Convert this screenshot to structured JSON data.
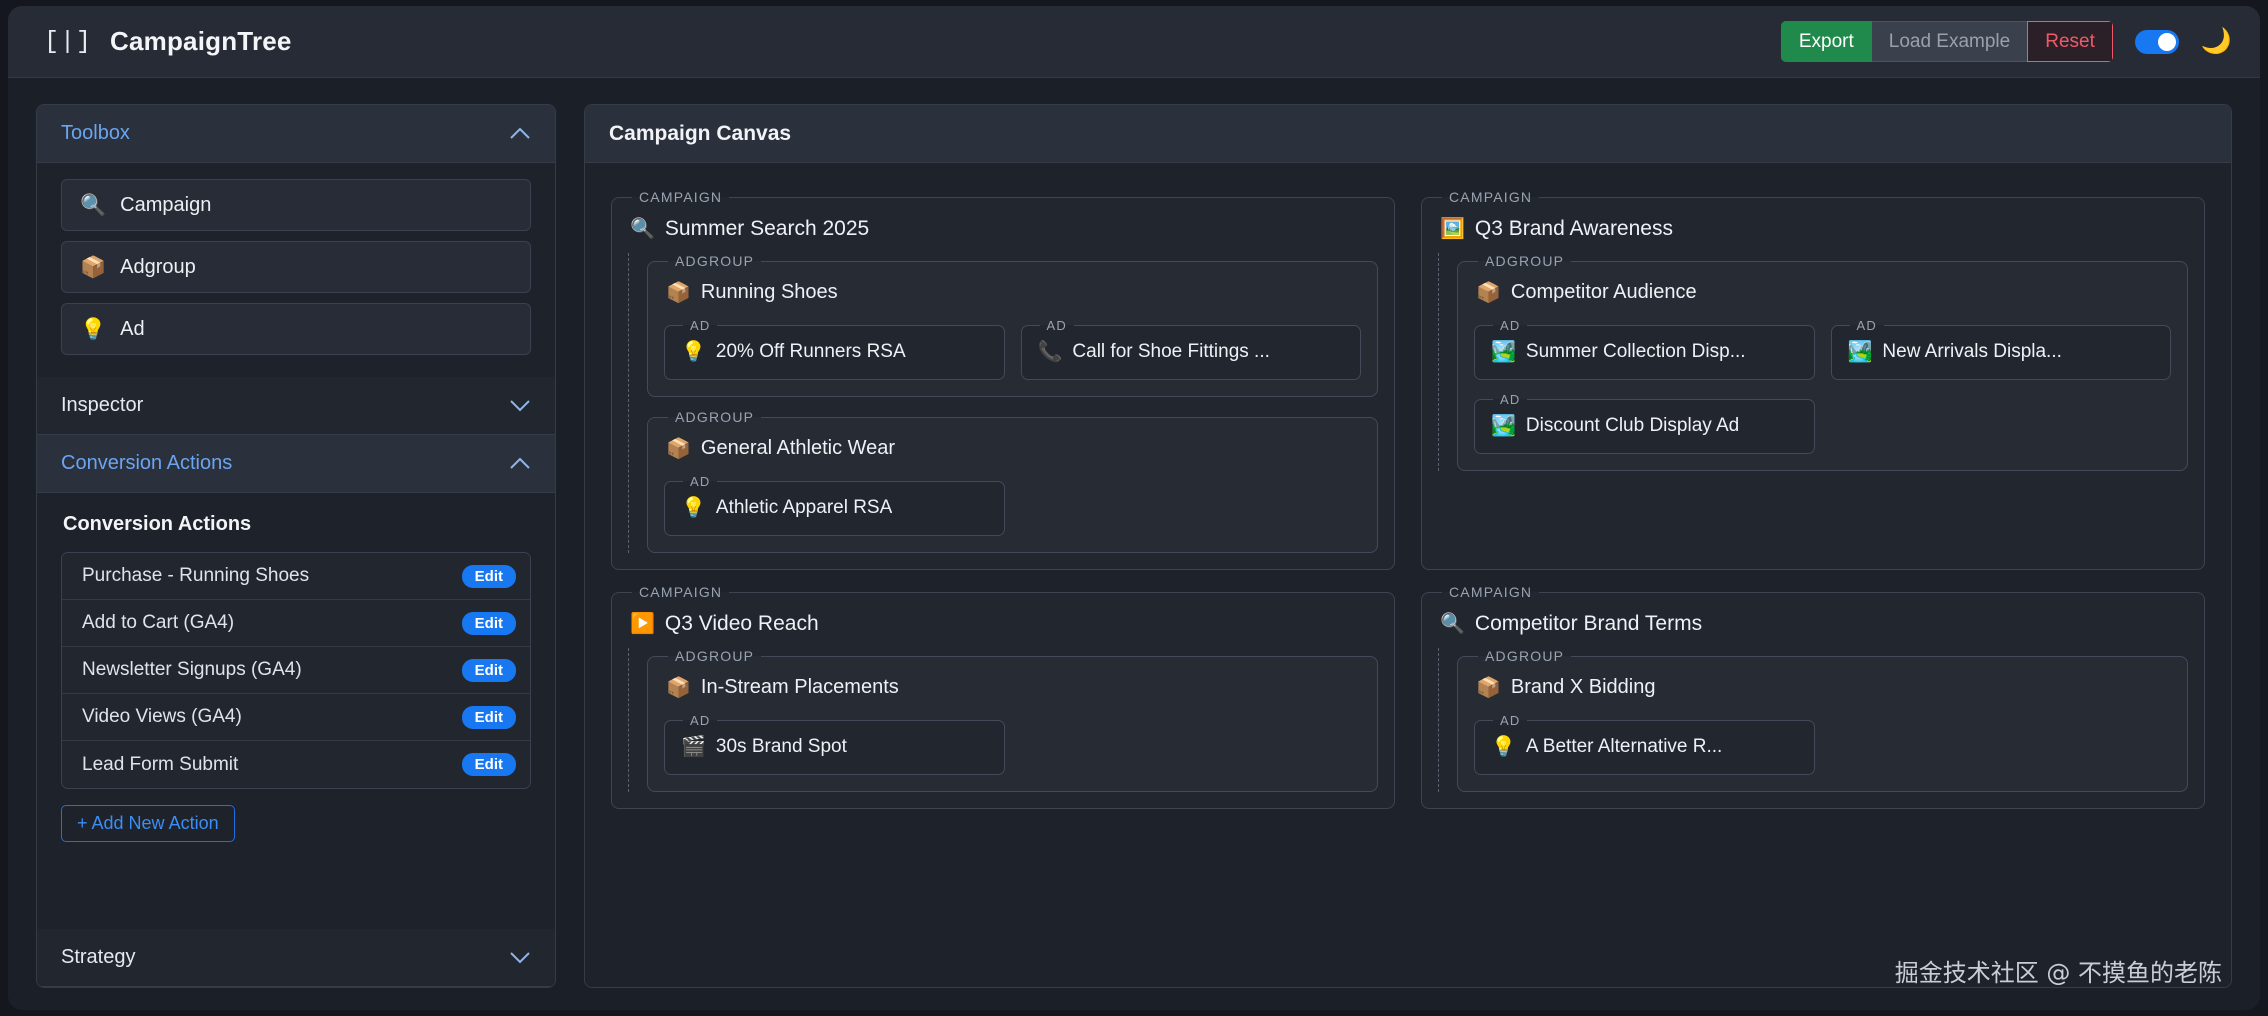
{
  "header": {
    "brand_mark": "[|]",
    "brand_title": "CampaignTree",
    "export_label": "Export",
    "load_example_label": "Load Example",
    "reset_label": "Reset",
    "theme_icon": "🌙",
    "accent_green": "#1f8a4c",
    "accent_red": "#ef5a6a",
    "accent_blue": "#1878f2"
  },
  "sidebar": {
    "sections": [
      {
        "title": "Toolbox",
        "expanded": true,
        "active": true
      },
      {
        "title": "Inspector",
        "expanded": false,
        "active": false
      },
      {
        "title": "Conversion Actions",
        "expanded": true,
        "active": true
      },
      {
        "title": "Strategy",
        "expanded": false,
        "active": false
      }
    ],
    "toolbox": {
      "items": [
        {
          "emoji": "🔍",
          "icon_name": "magnifier-icon",
          "label": "Campaign"
        },
        {
          "emoji": "📦",
          "icon_name": "package-icon",
          "label": "Adgroup"
        },
        {
          "emoji": "💡",
          "icon_name": "lightbulb-icon",
          "label": "Ad"
        }
      ]
    },
    "conversion_actions": {
      "heading": "Conversion Actions",
      "edit_label": "Edit",
      "add_label": "+ Add New Action",
      "rows": [
        {
          "name": "Purchase - Running Shoes"
        },
        {
          "name": "Add to Cart (GA4)"
        },
        {
          "name": "Newsletter Signups (GA4)"
        },
        {
          "name": "Video Views (GA4)"
        },
        {
          "name": "Lead Form Submit"
        }
      ]
    }
  },
  "canvas": {
    "title": "Campaign Canvas",
    "legend_campaign": "CAMPAIGN",
    "legend_adgroup": "ADGROUP",
    "legend_ad": "AD",
    "campaigns": [
      {
        "emoji": "🔍",
        "icon_name": "magnifier-icon",
        "name": "Summer Search 2025",
        "adgroups": [
          {
            "emoji": "📦",
            "icon_name": "package-icon",
            "name": "Running Shoes",
            "ads": [
              {
                "emoji": "💡",
                "icon_name": "lightbulb-icon",
                "name": "20% Off Runners RSA"
              },
              {
                "emoji": "📞",
                "icon_name": "phone-icon",
                "name": "Call for Shoe Fittings ..."
              }
            ]
          },
          {
            "emoji": "📦",
            "icon_name": "package-icon",
            "name": "General Athletic Wear",
            "ads": [
              {
                "emoji": "💡",
                "icon_name": "lightbulb-icon",
                "name": "Athletic Apparel RSA"
              }
            ]
          }
        ]
      },
      {
        "emoji": "🖼️",
        "icon_name": "framed-picture-icon",
        "name": "Q3 Brand Awareness",
        "adgroups": [
          {
            "emoji": "📦",
            "icon_name": "package-icon",
            "name": "Competitor Audience",
            "ads": [
              {
                "emoji": "🏞️",
                "icon_name": "landscape-image-icon",
                "name": "Summer Collection Disp..."
              },
              {
                "emoji": "🏞️",
                "icon_name": "landscape-image-icon",
                "name": "New Arrivals Displa..."
              },
              {
                "emoji": "🏞️",
                "icon_name": "landscape-image-icon",
                "name": "Discount Club Display Ad"
              }
            ]
          }
        ]
      },
      {
        "emoji": "▶️",
        "icon_name": "play-button-icon",
        "name": "Q3 Video Reach",
        "adgroups": [
          {
            "emoji": "📦",
            "icon_name": "package-icon",
            "name": "In-Stream Placements",
            "ads": [
              {
                "emoji": "🎬",
                "icon_name": "clapper-board-icon",
                "name": "30s Brand Spot"
              }
            ]
          }
        ]
      },
      {
        "emoji": "🔍",
        "icon_name": "magnifier-icon",
        "name": "Competitor Brand Terms",
        "adgroups": [
          {
            "emoji": "📦",
            "icon_name": "package-icon",
            "name": "Brand X Bidding",
            "ads": [
              {
                "emoji": "💡",
                "icon_name": "lightbulb-icon",
                "name": "A Better Alternative R..."
              }
            ]
          }
        ]
      }
    ]
  },
  "watermark": "掘金技术社区 @ 不摸鱼的老陈"
}
